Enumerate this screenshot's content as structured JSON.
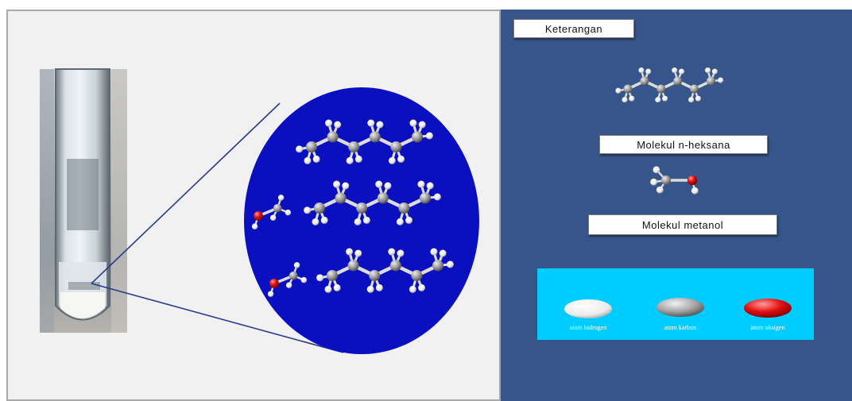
{
  "legend_title": "Keterangan",
  "molecules": {
    "hexane_label": "Molekul n-heksana",
    "methanol_label": "Molekul metanol"
  },
  "atom_legend": {
    "hydrogen": "atom hidrogen",
    "carbon": "atom karbon",
    "oxygen": "atom oksigen"
  },
  "colors": {
    "right_panel": "#36558a",
    "zoom_circle": "#0a10c0",
    "legend_panel": "#00ccff",
    "hydrogen": "#f4f4f4",
    "carbon": "#9a9a9a",
    "oxygen": "#e21010",
    "bond": "#d8d8d8"
  }
}
